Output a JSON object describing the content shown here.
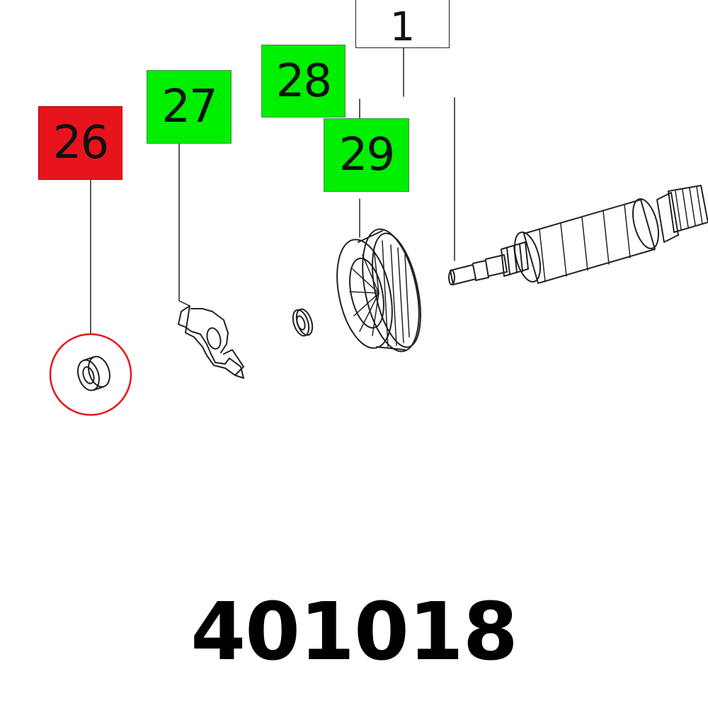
{
  "diagram": {
    "part_number": "401018",
    "top_label": "1",
    "callouts": [
      {
        "label": "26",
        "color": "#e8141c",
        "status": "selected"
      },
      {
        "label": "27",
        "color": "#00ee00"
      },
      {
        "label": "28",
        "color": "#00ee00"
      },
      {
        "label": "29",
        "color": "#00ee00"
      }
    ],
    "parts": [
      "bearing-26",
      "bracket-27",
      "washer-28",
      "fan-29",
      "armature-1"
    ]
  }
}
